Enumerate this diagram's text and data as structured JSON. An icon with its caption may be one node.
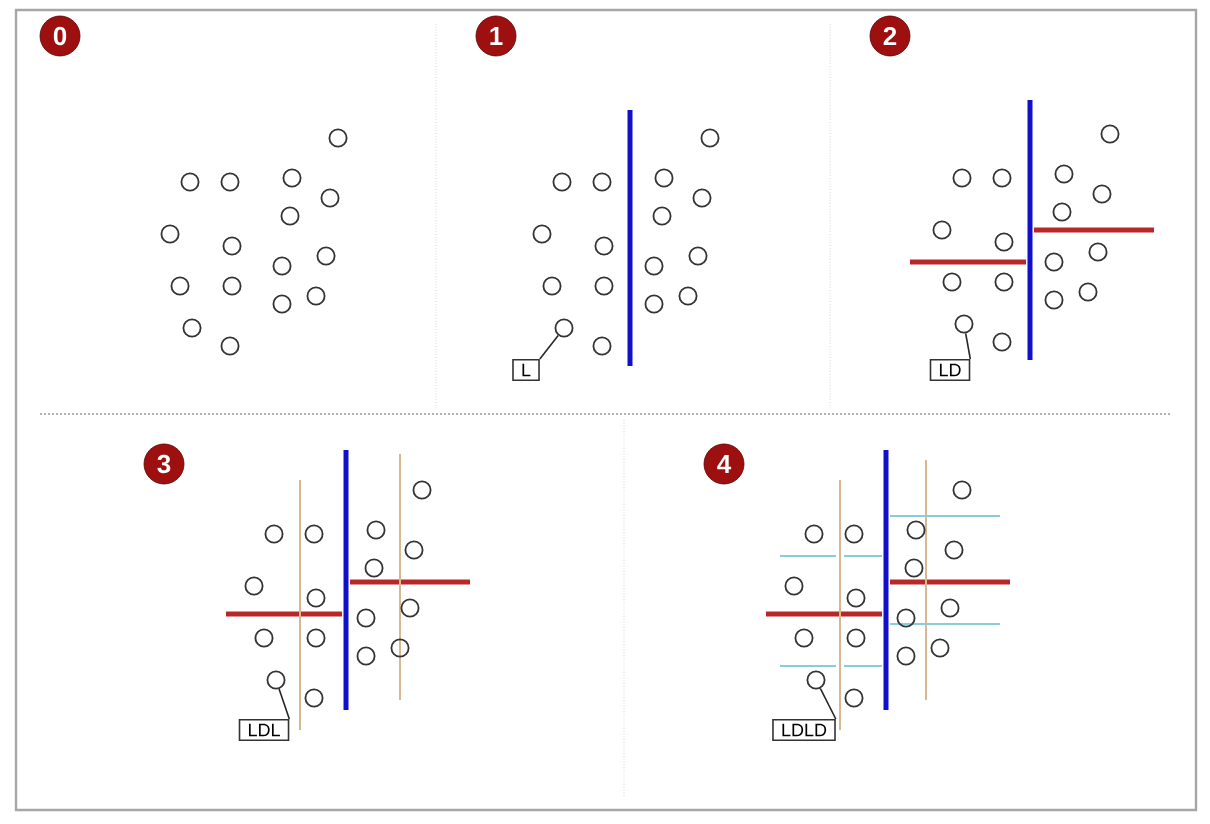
{
  "diagram": {
    "nodes": [
      {
        "text": [
          "0"
        ]
      },
      {
        "text": [
          "1"
        ]
      },
      {
        "text": [
          "2"
        ]
      },
      {
        "text": [
          "3"
        ]
      },
      {
        "text": [
          "4"
        ]
      },
      {
        "text": [
          "L"
        ]
      },
      {
        "text": [],
        "shape": "circle"
      },
      {
        "text": [
          "LD"
        ]
      },
      {
        "text": [],
        "shape": "circle"
      },
      {
        "text": [
          "LDL"
        ]
      },
      {
        "text": [],
        "shape": "circle"
      },
      {
        "text": [
          "LDLD"
        ]
      },
      {
        "text": [],
        "shape": "circle"
      }
    ],
    "edges": [
      {
        "from": 5,
        "to": 6,
        "arrow": "none"
      },
      {
        "from": 7,
        "to": 8,
        "arrow": "none"
      },
      {
        "from": 9,
        "to": 10,
        "arrow": "none"
      },
      {
        "from": 11,
        "to": 12,
        "arrow": "none"
      }
    ]
  }
}
